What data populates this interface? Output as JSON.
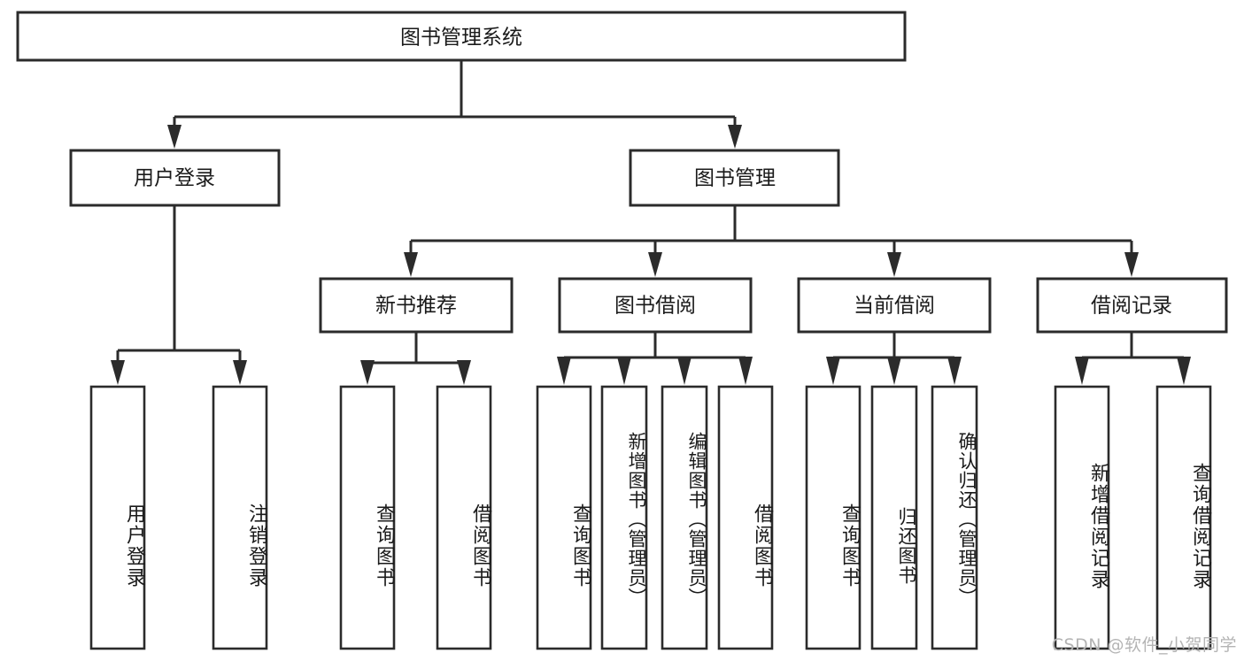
{
  "diagram": {
    "title_node": {
      "label": "图书管理系统"
    },
    "level2": [
      {
        "label": "用户登录"
      },
      {
        "label": "图书管理"
      }
    ],
    "level3": [
      {
        "label": "新书推荐"
      },
      {
        "label": "图书借阅"
      },
      {
        "label": "当前借阅"
      },
      {
        "label": "借阅记录"
      }
    ],
    "leaves": {
      "user_login": [
        {
          "label": "用户登录"
        },
        {
          "label": "注销登录"
        }
      ],
      "new_book_recommend": [
        {
          "label": "查询图书"
        },
        {
          "label": "借阅图书"
        }
      ],
      "book_borrow": [
        {
          "label": "查询图书"
        },
        {
          "label": "新增图书（管理员）"
        },
        {
          "label": "编辑图书（管理员）"
        },
        {
          "label": "借阅图书"
        }
      ],
      "current_borrow": [
        {
          "label": "查询图书"
        },
        {
          "label": "归还图书"
        },
        {
          "label": "确认归还（管理员）"
        }
      ],
      "borrow_record": [
        {
          "label": "新增借阅记录"
        },
        {
          "label": "查询借阅记录"
        }
      ]
    }
  },
  "watermark": {
    "text": "CSDN @软件_小贺同学"
  },
  "colors": {
    "stroke": "#2b2b2b",
    "fill": "#ffffff",
    "text": "#1a1a1a",
    "watermark": "#b4b4b4"
  }
}
